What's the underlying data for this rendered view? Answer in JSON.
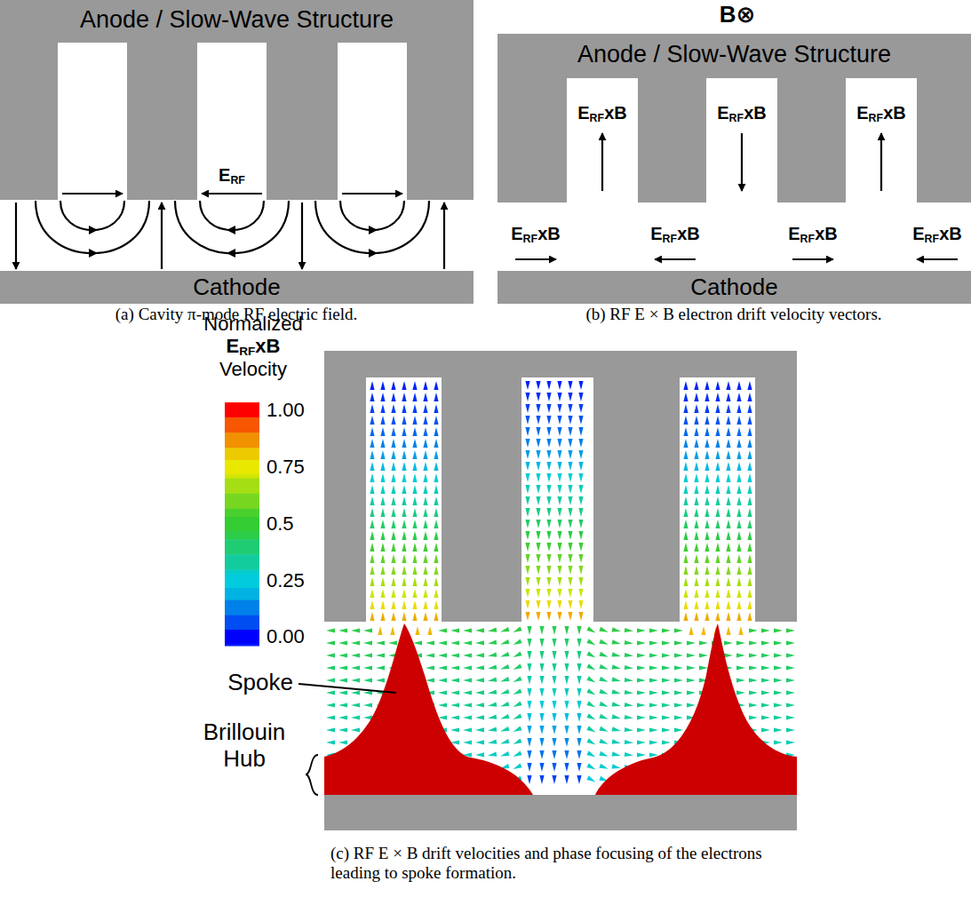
{
  "diagram": {
    "caption": "(c) RF E × B drift velocities and phase focusing of the electrons leading to spoke formation.",
    "nodes": [
      {
        "text": [
          "Anode / Slow-Wave Structure"
        ]
      },
      {
        "text": [
          "Cathode"
        ]
      },
      {
        "text": [
          "Anode / Slow-Wave Structure"
        ]
      },
      {
        "text": [
          "Cathode"
        ]
      }
    ],
    "labels": [
      "ERF",
      "(a) Cavity π-mode RF electric field.",
      "B⊗",
      "ERFxB",
      "ERFxB",
      "ERFxB",
      "ERFxB",
      "ERFxB",
      "ERFxB",
      "ERFxB",
      "(b) RF E × B electron drift velocity vectors.",
      "Normalized ERFxB Velocity",
      "Spoke",
      "Brillouin Hub"
    ],
    "legend": [
      {
        "text": "1.00",
        "color": "#ff0000"
      },
      {
        "text": "0.75",
        "color": "#e8e800"
      },
      {
        "text": "0.5",
        "color": "#33cc33"
      },
      {
        "text": "0.25",
        "color": "#00ccdd"
      },
      {
        "text": "0.00",
        "color": "#0000ff"
      }
    ]
  }
}
